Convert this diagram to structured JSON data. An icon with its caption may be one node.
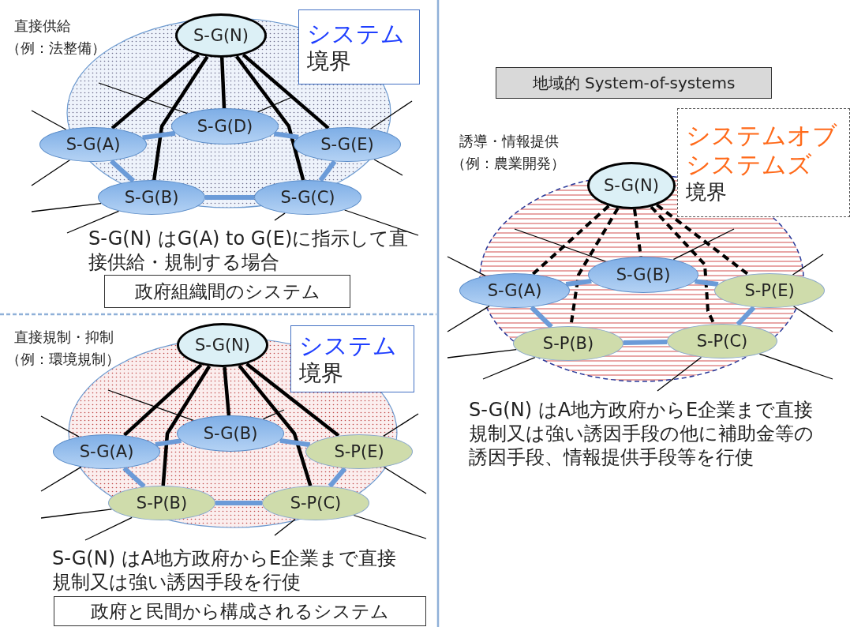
{
  "diagram": {
    "nodes": [
      {
        "text": [
          "S-G(N)"
        ]
      },
      {
        "text": [
          "システム",
          "境界"
        ]
      },
      {
        "text": [
          "S-G(A)"
        ]
      },
      {
        "text": [
          "S-G(D)"
        ]
      },
      {
        "text": [
          "S-G(E)"
        ]
      },
      {
        "text": [
          "S-G(B)"
        ]
      },
      {
        "text": [
          "S-G(C)"
        ]
      },
      {
        "text": [
          "政府組織間のシステム"
        ]
      },
      {
        "text": [
          "S-G(N)"
        ]
      },
      {
        "text": [
          "システム",
          "境界"
        ]
      },
      {
        "text": [
          "S-G(A)"
        ]
      },
      {
        "text": [
          "S-G(B)"
        ]
      },
      {
        "text": [
          "S-P(E)"
        ]
      },
      {
        "text": [
          "S-P(B)"
        ]
      },
      {
        "text": [
          "S-P(C)"
        ]
      },
      {
        "text": [
          "政府と民間から構成されるシステム"
        ]
      },
      {
        "text": [
          "地域的 System-of-systems"
        ]
      },
      {
        "text": [
          "システムオブシステムズ",
          "境界"
        ]
      },
      {
        "text": [
          "S-G(N)"
        ]
      },
      {
        "text": [
          "S-G(A)"
        ]
      },
      {
        "text": [
          "S-G(B)"
        ]
      },
      {
        "text": [
          "S-P(E)"
        ]
      },
      {
        "text": [
          "S-P(B)"
        ]
      },
      {
        "text": [
          "S-P(C)"
        ]
      }
    ],
    "edges": [
      {
        "from": 0,
        "to": 2,
        "arrow": "none",
        "style": "thick"
      },
      {
        "from": 0,
        "to": 5,
        "arrow": "none",
        "style": "thick"
      },
      {
        "from": 0,
        "to": 3,
        "arrow": "none",
        "style": "thick"
      },
      {
        "from": 0,
        "to": 6,
        "arrow": "none",
        "style": "thick"
      },
      {
        "from": 0,
        "to": 4,
        "arrow": "none",
        "style": "thick"
      },
      {
        "from": 2,
        "to": 3,
        "arrow": "none",
        "style": "thick",
        "color": "#6b9bd8"
      },
      {
        "from": 3,
        "to": 4,
        "arrow": "none",
        "style": "thick",
        "color": "#6b9bd8"
      },
      {
        "from": 2,
        "to": 5,
        "arrow": "none",
        "style": "thick",
        "color": "#6b9bd8"
      },
      {
        "from": 5,
        "to": 6,
        "arrow": "none",
        "style": "thick",
        "color": "#6b9bd8"
      },
      {
        "from": 6,
        "to": 4,
        "arrow": "none",
        "style": "thick",
        "color": "#6b9bd8"
      },
      {
        "from": 2,
        "to": null,
        "arrow": "none"
      },
      {
        "from": 2,
        "to": null,
        "arrow": "none"
      },
      {
        "from": 3,
        "to": null,
        "arrow": "none"
      },
      {
        "from": 3,
        "to": null,
        "arrow": "none"
      },
      {
        "from": 4,
        "to": null,
        "arrow": "none"
      },
      {
        "from": 4,
        "to": null,
        "arrow": "none"
      },
      {
        "from": 5,
        "to": null,
        "arrow": "none"
      },
      {
        "from": 5,
        "to": null,
        "arrow": "none"
      },
      {
        "from": 6,
        "to": null,
        "arrow": "none"
      },
      {
        "from": 6,
        "to": null,
        "arrow": "none"
      },
      {
        "from": 8,
        "to": 10,
        "arrow": "none",
        "style": "thick"
      },
      {
        "from": 8,
        "to": 13,
        "arrow": "none",
        "style": "thick"
      },
      {
        "from": 8,
        "to": 11,
        "arrow": "none",
        "style": "thick"
      },
      {
        "from": 8,
        "to": 14,
        "arrow": "none",
        "style": "thick"
      },
      {
        "from": 8,
        "to": 12,
        "arrow": "none",
        "style": "thick"
      },
      {
        "from": 10,
        "to": 11,
        "arrow": "none",
        "style": "thick",
        "color": "#6b9bd8"
      },
      {
        "from": 11,
        "to": 12,
        "arrow": "none",
        "style": "thick",
        "color": "#6b9bd8"
      },
      {
        "from": 10,
        "to": 13,
        "arrow": "none",
        "style": "thick",
        "color": "#6b9bd8"
      },
      {
        "from": 13,
        "to": 14,
        "arrow": "none",
        "style": "thick",
        "color": "#6b9bd8"
      },
      {
        "from": 14,
        "to": 12,
        "arrow": "none",
        "style": "thick",
        "color": "#6b9bd8"
      },
      {
        "from": 10,
        "to": null,
        "arrow": "none"
      },
      {
        "from": 10,
        "to": null,
        "arrow": "none"
      },
      {
        "from": 11,
        "to": null,
        "arrow": "none"
      },
      {
        "from": 11,
        "to": null,
        "arrow": "none"
      },
      {
        "from": 12,
        "to": null,
        "arrow": "none"
      },
      {
        "from": 12,
        "to": null,
        "arrow": "none"
      },
      {
        "from": 13,
        "to": null,
        "arrow": "none"
      },
      {
        "from": 13,
        "to": null,
        "arrow": "none"
      },
      {
        "from": 14,
        "to": null,
        "arrow": "none"
      },
      {
        "from": 14,
        "to": null,
        "arrow": "none"
      },
      {
        "from": 18,
        "to": 19,
        "arrow": "none",
        "style": "dashed"
      },
      {
        "from": 18,
        "to": 22,
        "arrow": "none",
        "style": "dashed"
      },
      {
        "from": 18,
        "to": 20,
        "arrow": "none",
        "style": "dashed"
      },
      {
        "from": 18,
        "to": 23,
        "arrow": "none",
        "style": "dashed"
      },
      {
        "from": 18,
        "to": 21,
        "arrow": "none",
        "style": "dashed"
      },
      {
        "from": 19,
        "to": 20,
        "arrow": "none",
        "style": "thick",
        "color": "#6b9bd8"
      },
      {
        "from": 20,
        "to": 21,
        "arrow": "none",
        "style": "thick",
        "color": "#6b9bd8"
      },
      {
        "from": 19,
        "to": 22,
        "arrow": "none",
        "style": "thick",
        "color": "#6b9bd8"
      },
      {
        "from": 22,
        "to": 23,
        "arrow": "none",
        "style": "thick",
        "color": "#6b9bd8"
      },
      {
        "from": 23,
        "to": 21,
        "arrow": "none",
        "style": "thick",
        "color": "#6b9bd8"
      },
      {
        "from": 19,
        "to": null,
        "arrow": "none"
      },
      {
        "from": 19,
        "to": null,
        "arrow": "none"
      },
      {
        "from": 20,
        "to": null,
        "arrow": "none"
      },
      {
        "from": 20,
        "to": null,
        "arrow": "none"
      },
      {
        "from": 21,
        "to": null,
        "arrow": "none"
      },
      {
        "from": 21,
        "to": null,
        "arrow": "none"
      },
      {
        "from": 22,
        "to": null,
        "arrow": "none"
      },
      {
        "from": 22,
        "to": null,
        "arrow": "none"
      },
      {
        "from": 23,
        "to": null,
        "arrow": "none"
      },
      {
        "from": 23,
        "to": null,
        "arrow": "none"
      }
    ],
    "labels": [
      "直接供給",
      "（例：法整備）",
      "S-G(N) はG(A) to G(E)に指示して直接供給・規制する場合",
      "直接規制・抑制",
      "（例：環境規制）",
      "S-G(N) はA地方政府からE企業まで直接規制又は強い誘因手段を行使",
      "誘導・情報提供",
      "（例：農業開発）",
      "S-G(N) はA地方政府からE企業まで直接規制又は強い誘因手段の他に補助金等の誘因手段、情報提供手段等を行使"
    ]
  }
}
